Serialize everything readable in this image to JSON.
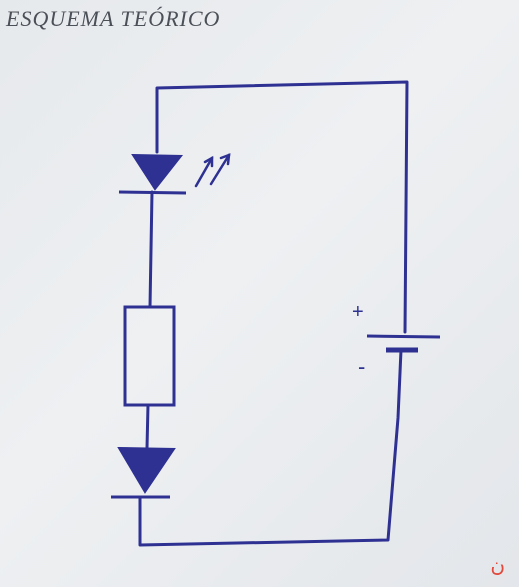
{
  "heading": "ESQUEMA TEÓRICO",
  "labels": {
    "battery_plus": "+",
    "battery_minus": "-"
  },
  "components": [
    {
      "type": "led",
      "icon": "light-emitting-diode"
    },
    {
      "type": "resistor",
      "icon": "resistor"
    },
    {
      "type": "diode",
      "icon": "diode"
    },
    {
      "type": "battery",
      "icon": "dc-voltage-source"
    }
  ],
  "colors": {
    "ink": "#2e3192",
    "paper": "#e9ecef",
    "heading": "#4b4f57",
    "corner_mark": "#e2493c"
  },
  "corner_mark": "ن"
}
